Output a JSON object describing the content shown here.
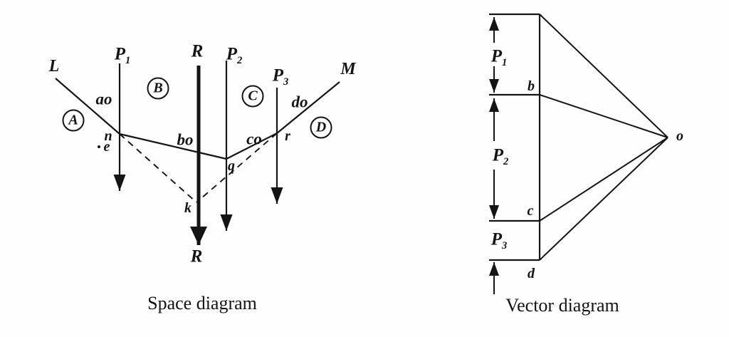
{
  "space_diagram": {
    "caption": "Space diagram",
    "support_left": "L",
    "support_right": "M",
    "forces": {
      "p1": {
        "base": "P",
        "sub": "1"
      },
      "p2": {
        "base": "P",
        "sub": "2"
      },
      "p3": {
        "base": "P",
        "sub": "3"
      },
      "resultant_top": "R",
      "resultant_bottom": "R"
    },
    "members": {
      "ao": "ao",
      "bo": "bo",
      "co": "co",
      "do": "do"
    },
    "points": {
      "n": "n",
      "e": "e",
      "q": "q",
      "r": "r",
      "k": "k"
    },
    "regions": {
      "a": "A",
      "b": "B",
      "c": "C",
      "d": "D"
    }
  },
  "vector_diagram": {
    "caption": "Vector diagram",
    "forces": {
      "p1": {
        "base": "P",
        "sub": "1"
      },
      "p2": {
        "base": "P",
        "sub": "2"
      },
      "p3": {
        "base": "P",
        "sub": "3"
      }
    },
    "points": {
      "b": "b",
      "c": "c",
      "d": "d",
      "o": "o"
    }
  },
  "colors": {
    "ink": "#141414",
    "background": "#fefefe"
  }
}
